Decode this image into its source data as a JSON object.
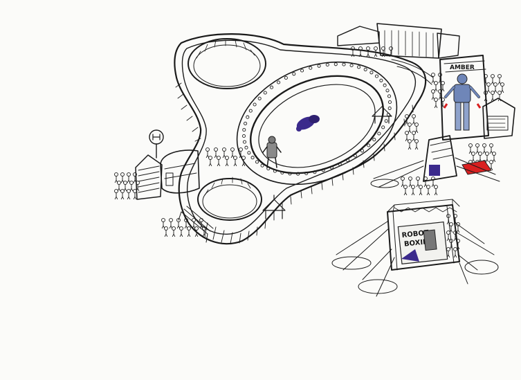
{
  "sketch": {
    "paper_color": "#fbfbf9",
    "ink_color": "#1a1a1a",
    "screen_text_line1": "ROBOT",
    "screen_text_line2": "BOXING",
    "tower_label": "AMBER",
    "booth_label": "",
    "accent_purple": "#3b2a8c",
    "accent_red": "#d92020",
    "accent_blue": "#6f86b8"
  }
}
